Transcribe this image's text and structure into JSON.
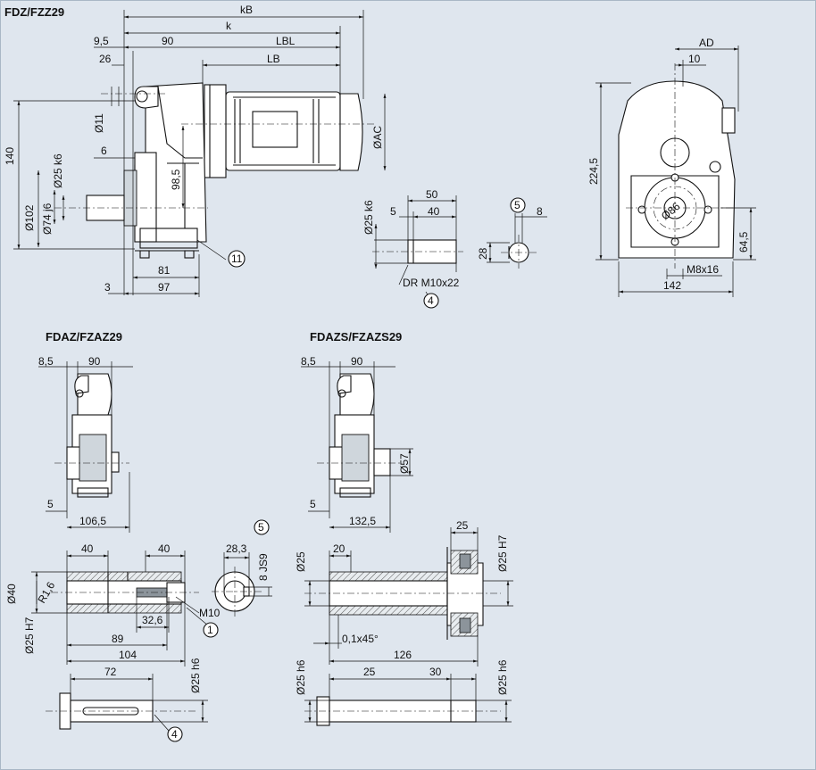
{
  "titles": {
    "fdz": "FDZ/FZZ29",
    "fdaz": "FDAZ/FZAZ29",
    "fdazs": "FDAZS/FZAZS29"
  },
  "dims_top": {
    "kB": "kB",
    "k": "k",
    "d95": "9,5",
    "d90": "90",
    "LBL": "LBL",
    "d26": "26",
    "LB": "LB",
    "d11": "Ø11",
    "d140": "140",
    "d6": "6",
    "d25k6": "Ø25 k6",
    "d985": "98,5",
    "dAC": "ØAC",
    "d102": "Ø102",
    "d74j6": "Ø74 j6",
    "d81": "81",
    "d3": "3",
    "d97": "97",
    "callout11": "11"
  },
  "dims_key": {
    "d25k6": "Ø25 k6",
    "d50": "50",
    "d5": "5",
    "d40": "40",
    "d28": "28",
    "d8": "8",
    "thread": "DR M10x22",
    "callout4": "4",
    "callout5": "5"
  },
  "dims_side": {
    "AD": "AD",
    "d10": "10",
    "d2245": "224,5",
    "d86": "Ø86",
    "d645": "64,5",
    "m8x16": "M8x16",
    "d142": "142"
  },
  "dims_fdaz": {
    "d85": "8,5",
    "d90": "90",
    "d5": "5",
    "d1065": "106,5"
  },
  "dims_fdazs": {
    "d85": "8,5",
    "d90": "90",
    "d57": "Ø57",
    "d5": "5",
    "d1325": "132,5"
  },
  "dims_hollow": {
    "callout5": "5",
    "d40a": "40",
    "d40b": "40",
    "d283": "28,3",
    "js9": "8 JS9",
    "d40": "Ø40",
    "r16": "R1,6",
    "d25h7": "Ø25 H7",
    "d326": "32,6",
    "m10": "M10",
    "callout1": "1",
    "d89": "89",
    "d104": "104"
  },
  "dims_shaft": {
    "d72": "72",
    "d25h6": "Ø25 h6",
    "callout4": "4"
  },
  "dims_shrink": {
    "d25top": "25",
    "d25h7": "Ø25 H7",
    "d20": "20",
    "d25": "Ø25",
    "chamfer": "0,1x45°",
    "d126": "126"
  },
  "dims_shaft2": {
    "d25h6a": "Ø25 h6",
    "d25": "25",
    "d30": "30",
    "d25h6b": "Ø25 h6"
  }
}
